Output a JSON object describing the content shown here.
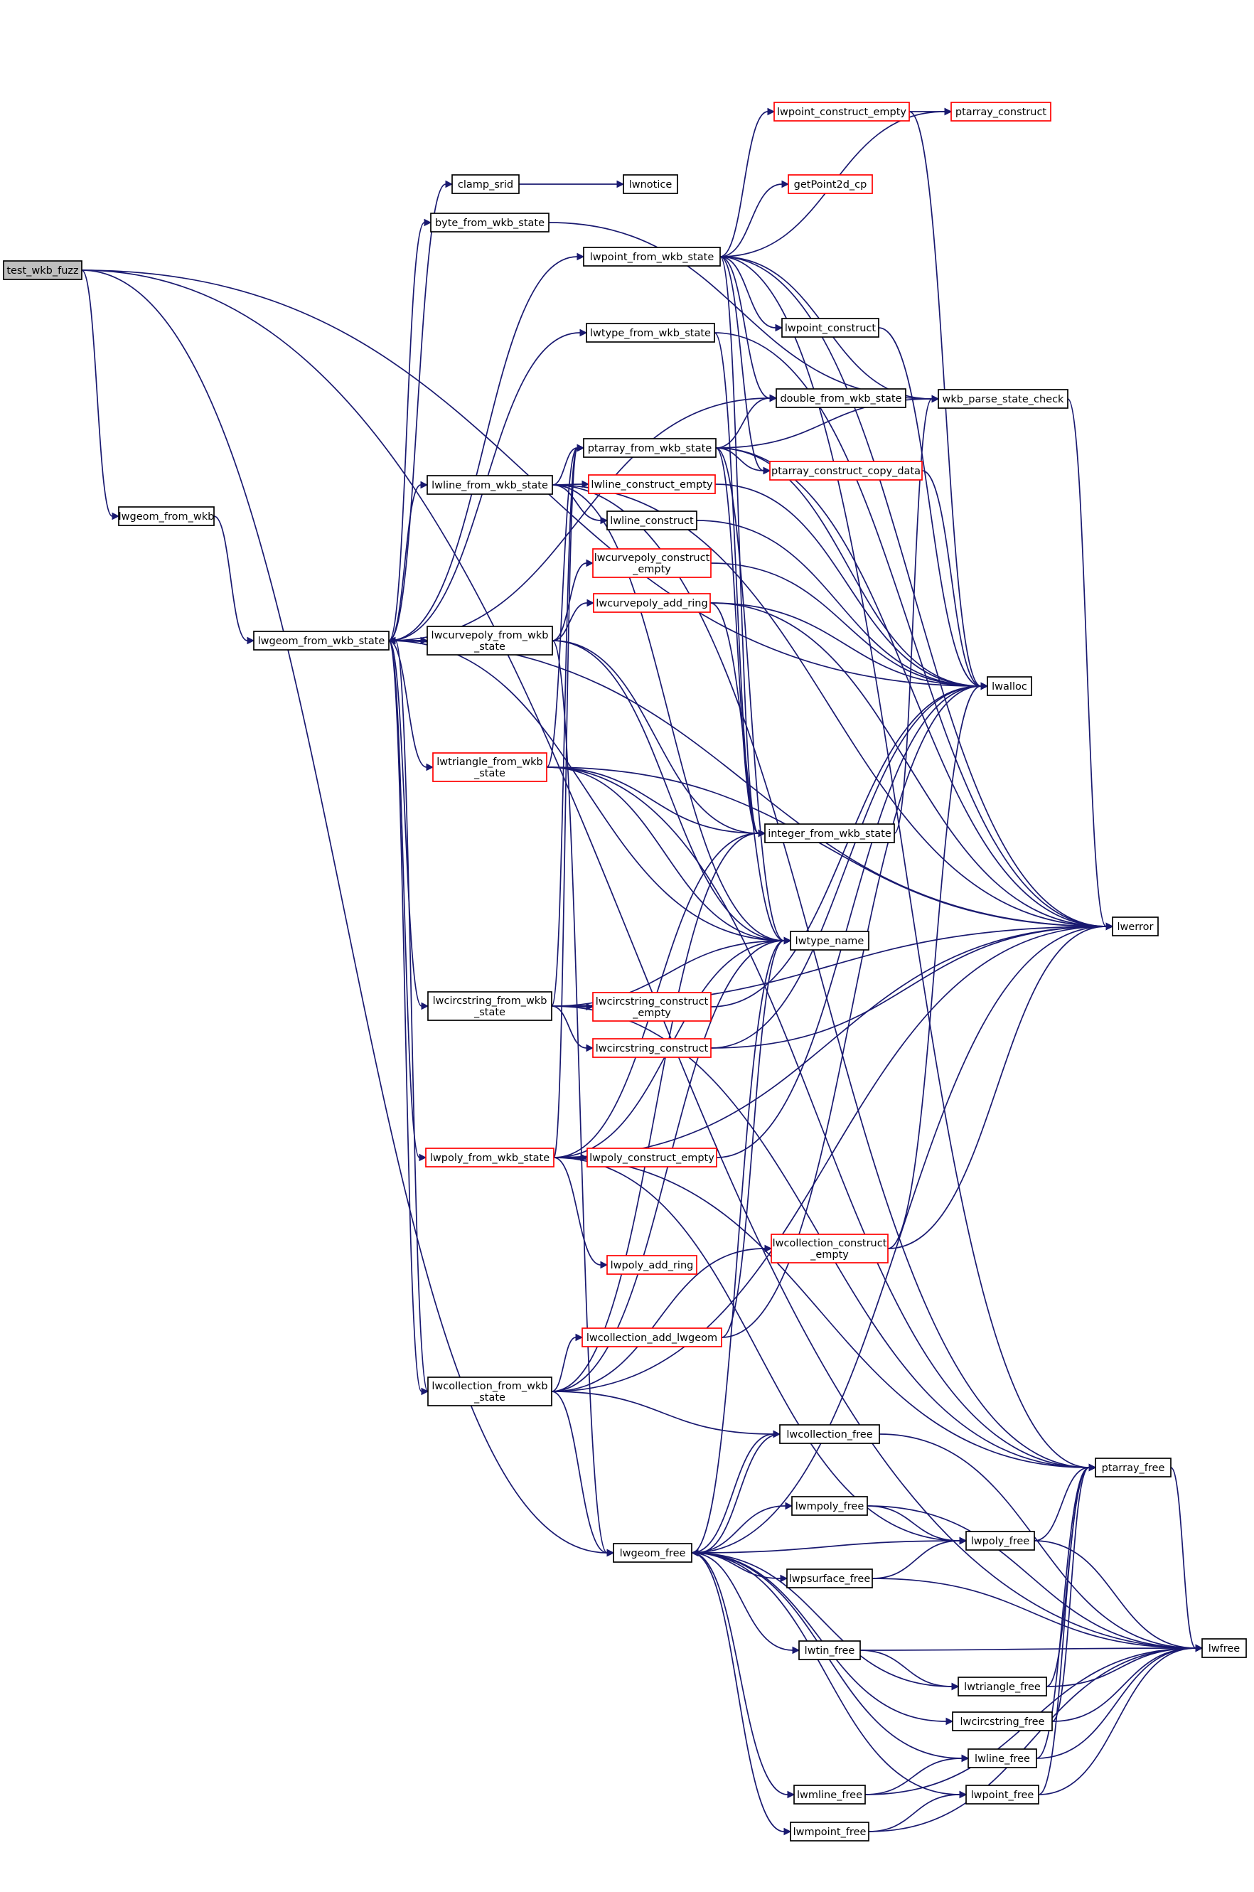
{
  "nodes": [
    {
      "id": "test_wkb_fuzz",
      "lines": [
        "test_wkb_fuzz"
      ],
      "color": "black",
      "root": true
    },
    {
      "id": "lwfree",
      "lines": [
        "lwfree"
      ],
      "color": "black"
    },
    {
      "id": "lwalloc",
      "lines": [
        "lwalloc"
      ],
      "color": "black"
    },
    {
      "id": "lwgeom_from_wkb",
      "lines": [
        "lwgeom_from_wkb"
      ],
      "color": "black"
    },
    {
      "id": "lwgeom_free",
      "lines": [
        "lwgeom_free"
      ],
      "color": "black"
    },
    {
      "id": "lwgeom_from_wkb_state",
      "lines": [
        "lwgeom_from_wkb_state"
      ],
      "color": "black"
    },
    {
      "id": "clamp_srid",
      "lines": [
        "clamp_srid"
      ],
      "color": "black"
    },
    {
      "id": "lwnotice",
      "lines": [
        "lwnotice"
      ],
      "color": "black"
    },
    {
      "id": "byte_from_wkb_state",
      "lines": [
        "byte_from_wkb_state"
      ],
      "color": "black"
    },
    {
      "id": "lwpoint_from_wkb_state",
      "lines": [
        "lwpoint_from_wkb_state"
      ],
      "color": "black"
    },
    {
      "id": "lwtype_from_wkb_state",
      "lines": [
        "lwtype_from_wkb_state"
      ],
      "color": "black"
    },
    {
      "id": "lwline_from_wkb_state",
      "lines": [
        "lwline_from_wkb_state"
      ],
      "color": "black"
    },
    {
      "id": "lwcurvepoly_from_wkb_state",
      "lines": [
        "lwcurvepoly_from_wkb",
        "_state"
      ],
      "color": "black"
    },
    {
      "id": "lwtriangle_from_wkb_state",
      "lines": [
        "lwtriangle_from_wkb",
        "_state"
      ],
      "color": "red"
    },
    {
      "id": "lwcircstring_from_wkb_state",
      "lines": [
        "lwcircstring_from_wkb",
        "_state"
      ],
      "color": "black"
    },
    {
      "id": "lwpoly_from_wkb_state",
      "lines": [
        "lwpoly_from_wkb_state"
      ],
      "color": "red"
    },
    {
      "id": "lwcollection_from_wkb_state",
      "lines": [
        "lwcollection_from_wkb",
        "_state"
      ],
      "color": "black"
    },
    {
      "id": "lwpoint_construct_empty",
      "lines": [
        "lwpoint_construct_empty"
      ],
      "color": "red"
    },
    {
      "id": "ptarray_construct",
      "lines": [
        "ptarray_construct"
      ],
      "color": "red"
    },
    {
      "id": "getPoint2d_cp",
      "lines": [
        "getPoint2d_cp"
      ],
      "color": "red"
    },
    {
      "id": "lwpoint_construct",
      "lines": [
        "lwpoint_construct"
      ],
      "color": "black"
    },
    {
      "id": "double_from_wkb_state",
      "lines": [
        "double_from_wkb_state"
      ],
      "color": "black"
    },
    {
      "id": "wkb_parse_state_check",
      "lines": [
        "wkb_parse_state_check"
      ],
      "color": "black"
    },
    {
      "id": "ptarray_from_wkb_state",
      "lines": [
        "ptarray_from_wkb_state"
      ],
      "color": "black"
    },
    {
      "id": "ptarray_construct_copy_data",
      "lines": [
        "ptarray_construct_copy_data"
      ],
      "color": "red"
    },
    {
      "id": "lwline_construct_empty",
      "lines": [
        "lwline_construct_empty"
      ],
      "color": "red"
    },
    {
      "id": "lwline_construct",
      "lines": [
        "lwline_construct"
      ],
      "color": "black"
    },
    {
      "id": "lwcurvepoly_construct_empty",
      "lines": [
        "lwcurvepoly_construct",
        "_empty"
      ],
      "color": "red"
    },
    {
      "id": "lwcurvepoly_add_ring",
      "lines": [
        "lwcurvepoly_add_ring"
      ],
      "color": "red"
    },
    {
      "id": "integer_from_wkb_state",
      "lines": [
        "integer_from_wkb_state"
      ],
      "color": "black"
    },
    {
      "id": "lwerror",
      "lines": [
        "lwerror"
      ],
      "color": "black"
    },
    {
      "id": "lwtype_name",
      "lines": [
        "lwtype_name"
      ],
      "color": "black"
    },
    {
      "id": "lwcircstring_construct_empty",
      "lines": [
        "lwcircstring_construct",
        "_empty"
      ],
      "color": "red"
    },
    {
      "id": "lwcircstring_construct",
      "lines": [
        "lwcircstring_construct"
      ],
      "color": "red"
    },
    {
      "id": "lwpoly_construct_empty",
      "lines": [
        "lwpoly_construct_empty"
      ],
      "color": "red"
    },
    {
      "id": "lwcollection_construct_empty",
      "lines": [
        "lwcollection_construct",
        "_empty"
      ],
      "color": "red"
    },
    {
      "id": "lwpoly_add_ring",
      "lines": [
        "lwpoly_add_ring"
      ],
      "color": "red"
    },
    {
      "id": "lwcollection_add_lwgeom",
      "lines": [
        "lwcollection_add_lwgeom"
      ],
      "color": "red"
    },
    {
      "id": "lwcollection_free",
      "lines": [
        "lwcollection_free"
      ],
      "color": "black"
    },
    {
      "id": "ptarray_free",
      "lines": [
        "ptarray_free"
      ],
      "color": "black"
    },
    {
      "id": "lwmpoly_free",
      "lines": [
        "lwmpoly_free"
      ],
      "color": "black"
    },
    {
      "id": "lwpoly_free",
      "lines": [
        "lwpoly_free"
      ],
      "color": "black"
    },
    {
      "id": "lwpsurface_free",
      "lines": [
        "lwpsurface_free"
      ],
      "color": "black"
    },
    {
      "id": "lwtin_free",
      "lines": [
        "lwtin_free"
      ],
      "color": "black"
    },
    {
      "id": "lwtriangle_free",
      "lines": [
        "lwtriangle_free"
      ],
      "color": "black"
    },
    {
      "id": "lwcircstring_free",
      "lines": [
        "lwcircstring_free"
      ],
      "color": "black"
    },
    {
      "id": "lwline_free",
      "lines": [
        "lwline_free"
      ],
      "color": "black"
    },
    {
      "id": "lwmline_free",
      "lines": [
        "lwmline_free"
      ],
      "color": "black"
    },
    {
      "id": "lwpoint_free",
      "lines": [
        "lwpoint_free"
      ],
      "color": "black"
    },
    {
      "id": "lwmpoint_free",
      "lines": [
        "lwmpoint_free"
      ],
      "color": "black"
    }
  ],
  "edges": [
    [
      "test_wkb_fuzz",
      "lwfree"
    ],
    [
      "test_wkb_fuzz",
      "lwalloc"
    ],
    [
      "test_wkb_fuzz",
      "lwgeom_from_wkb"
    ],
    [
      "test_wkb_fuzz",
      "lwgeom_free"
    ],
    [
      "lwgeom_from_wkb",
      "lwgeom_from_wkb_state"
    ],
    [
      "lwgeom_from_wkb_state",
      "clamp_srid"
    ],
    [
      "lwgeom_from_wkb_state",
      "byte_from_wkb_state"
    ],
    [
      "lwgeom_from_wkb_state",
      "lwpoint_from_wkb_state"
    ],
    [
      "lwgeom_from_wkb_state",
      "lwtype_from_wkb_state"
    ],
    [
      "lwgeom_from_wkb_state",
      "double_from_wkb_state"
    ],
    [
      "lwgeom_from_wkb_state",
      "lwline_from_wkb_state"
    ],
    [
      "lwgeom_from_wkb_state",
      "lwcurvepoly_from_wkb_state"
    ],
    [
      "lwgeom_from_wkb_state",
      "lwtriangle_from_wkb_state"
    ],
    [
      "lwgeom_from_wkb_state",
      "lwtype_name"
    ],
    [
      "lwgeom_from_wkb_state",
      "lwcircstring_from_wkb_state"
    ],
    [
      "lwgeom_from_wkb_state",
      "lwpoly_from_wkb_state"
    ],
    [
      "lwgeom_from_wkb_state",
      "lwcollection_from_wkb_state"
    ],
    [
      "lwgeom_from_wkb_state",
      "lwerror"
    ],
    [
      "clamp_srid",
      "lwnotice"
    ],
    [
      "byte_from_wkb_state",
      "wkb_parse_state_check"
    ],
    [
      "lwpoint_from_wkb_state",
      "lwpoint_construct_empty"
    ],
    [
      "lwpoint_from_wkb_state",
      "getPoint2d_cp"
    ],
    [
      "lwpoint_from_wkb_state",
      "lwpoint_construct"
    ],
    [
      "lwpoint_from_wkb_state",
      "double_from_wkb_state"
    ],
    [
      "lwpoint_from_wkb_state",
      "wkb_parse_state_check"
    ],
    [
      "lwpoint_from_wkb_state",
      "ptarray_construct_copy_data"
    ],
    [
      "lwpoint_from_wkb_state",
      "integer_from_wkb_state"
    ],
    [
      "lwpoint_from_wkb_state",
      "lwerror"
    ],
    [
      "lwpoint_from_wkb_state",
      "ptarray_free"
    ],
    [
      "lwpoint_from_wkb_state",
      "ptarray_construct"
    ],
    [
      "lwpoint_construct_empty",
      "ptarray_construct"
    ],
    [
      "lwpoint_construct_empty",
      "lwalloc"
    ],
    [
      "lwpoint_construct",
      "lwalloc"
    ],
    [
      "lwtype_from_wkb_state",
      "integer_from_wkb_state"
    ],
    [
      "lwtype_from_wkb_state",
      "lwerror"
    ],
    [
      "wkb_parse_state_check",
      "lwerror"
    ],
    [
      "ptarray_from_wkb_state",
      "double_from_wkb_state"
    ],
    [
      "ptarray_from_wkb_state",
      "ptarray_construct_copy_data"
    ],
    [
      "ptarray_from_wkb_state",
      "wkb_parse_state_check"
    ],
    [
      "ptarray_from_wkb_state",
      "integer_from_wkb_state"
    ],
    [
      "ptarray_from_wkb_state",
      "lwalloc"
    ],
    [
      "ptarray_from_wkb_state",
      "lwerror"
    ],
    [
      "ptarray_from_wkb_state",
      "lwtype_name"
    ],
    [
      "ptarray_construct_copy_data",
      "lwalloc"
    ],
    [
      "lwline_from_wkb_state",
      "ptarray_from_wkb_state"
    ],
    [
      "lwline_from_wkb_state",
      "lwline_construct_empty"
    ],
    [
      "lwline_from_wkb_state",
      "lwline_construct"
    ],
    [
      "lwline_from_wkb_state",
      "lwerror"
    ],
    [
      "lwline_from_wkb_state",
      "ptarray_free"
    ],
    [
      "lwline_from_wkb_state",
      "lwtype_name"
    ],
    [
      "lwline_construct_empty",
      "lwalloc"
    ],
    [
      "lwline_construct",
      "lwalloc"
    ],
    [
      "lwcurvepoly_from_wkb_state",
      "lwgeom_from_wkb_state"
    ],
    [
      "lwcurvepoly_from_wkb_state",
      "lwcurvepoly_construct_empty"
    ],
    [
      "lwcurvepoly_from_wkb_state",
      "lwcurvepoly_add_ring"
    ],
    [
      "lwcurvepoly_from_wkb_state",
      "integer_from_wkb_state"
    ],
    [
      "lwcurvepoly_from_wkb_state",
      "lwtype_name"
    ],
    [
      "lwcurvepoly_from_wkb_state",
      "lwgeom_free"
    ],
    [
      "lwcurvepoly_construct_empty",
      "lwalloc"
    ],
    [
      "lwcurvepoly_add_ring",
      "lwalloc"
    ],
    [
      "lwcurvepoly_add_ring",
      "lwerror"
    ],
    [
      "lwcurvepoly_add_ring",
      "lwtype_name"
    ],
    [
      "lwtriangle_from_wkb_state",
      "ptarray_from_wkb_state"
    ],
    [
      "lwtriangle_from_wkb_state",
      "integer_from_wkb_state"
    ],
    [
      "lwtriangle_from_wkb_state",
      "lwerror"
    ],
    [
      "lwtriangle_from_wkb_state",
      "lwtype_name"
    ],
    [
      "lwtriangle_from_wkb_state",
      "ptarray_free"
    ],
    [
      "integer_from_wkb_state",
      "wkb_parse_state_check"
    ],
    [
      "lwcircstring_from_wkb_state",
      "ptarray_from_wkb_state"
    ],
    [
      "lwcircstring_from_wkb_state",
      "lwcircstring_construct_empty"
    ],
    [
      "lwcircstring_from_wkb_state",
      "lwcircstring_construct"
    ],
    [
      "lwcircstring_from_wkb_state",
      "lwtype_name"
    ],
    [
      "lwcircstring_from_wkb_state",
      "lwerror"
    ],
    [
      "lwcircstring_from_wkb_state",
      "ptarray_free"
    ],
    [
      "lwcircstring_construct_empty",
      "lwalloc"
    ],
    [
      "lwcircstring_construct",
      "lwalloc"
    ],
    [
      "lwcircstring_construct",
      "lwerror"
    ],
    [
      "lwpoly_from_wkb_state",
      "ptarray_from_wkb_state"
    ],
    [
      "lwpoly_from_wkb_state",
      "lwpoly_construct_empty"
    ],
    [
      "lwpoly_from_wkb_state",
      "lwpoly_add_ring"
    ],
    [
      "lwpoly_from_wkb_state",
      "integer_from_wkb_state"
    ],
    [
      "lwpoly_from_wkb_state",
      "lwerror"
    ],
    [
      "lwpoly_from_wkb_state",
      "lwtype_name"
    ],
    [
      "lwpoly_from_wkb_state",
      "ptarray_free"
    ],
    [
      "lwpoly_from_wkb_state",
      "lwpoly_free"
    ],
    [
      "lwpoly_construct_empty",
      "lwalloc"
    ],
    [
      "lwcollection_from_wkb_state",
      "lwgeom_from_wkb_state"
    ],
    [
      "lwcollection_from_wkb_state",
      "lwcollection_construct_empty"
    ],
    [
      "lwcollection_from_wkb_state",
      "lwcollection_add_lwgeom"
    ],
    [
      "lwcollection_from_wkb_state",
      "integer_from_wkb_state"
    ],
    [
      "lwcollection_from_wkb_state",
      "lwerror"
    ],
    [
      "lwcollection_from_wkb_state",
      "lwgeom_free"
    ],
    [
      "lwcollection_from_wkb_state",
      "lwcollection_free"
    ],
    [
      "lwcollection_from_wkb_state",
      "lwtype_name"
    ],
    [
      "lwcollection_construct_empty",
      "lwalloc"
    ],
    [
      "lwcollection_construct_empty",
      "lwerror"
    ],
    [
      "lwcollection_add_lwgeom",
      "lwalloc"
    ],
    [
      "lwcollection_add_lwgeom",
      "lwtype_name"
    ],
    [
      "lwgeom_free",
      "lwcollection_free"
    ],
    [
      "lwgeom_free",
      "lwmpoly_free"
    ],
    [
      "lwgeom_free",
      "lwpoly_free"
    ],
    [
      "lwgeom_free",
      "lwpsurface_free"
    ],
    [
      "lwgeom_free",
      "lwtin_free"
    ],
    [
      "lwgeom_free",
      "lwtriangle_free"
    ],
    [
      "lwgeom_free",
      "lwcircstring_free"
    ],
    [
      "lwgeom_free",
      "lwline_free"
    ],
    [
      "lwgeom_free",
      "lwmline_free"
    ],
    [
      "lwgeom_free",
      "lwpoint_free"
    ],
    [
      "lwgeom_free",
      "lwmpoint_free"
    ],
    [
      "lwgeom_free",
      "lwerror"
    ],
    [
      "lwgeom_free",
      "lwtype_name"
    ],
    [
      "lwcollection_free",
      "lwgeom_free"
    ],
    [
      "lwcollection_free",
      "lwfree"
    ],
    [
      "lwmpoly_free",
      "lwpoly_free"
    ],
    [
      "lwmpoly_free",
      "lwfree"
    ],
    [
      "lwpoly_free",
      "ptarray_free"
    ],
    [
      "lwpoly_free",
      "lwfree"
    ],
    [
      "lwpsurface_free",
      "lwpoly_free"
    ],
    [
      "lwpsurface_free",
      "lwfree"
    ],
    [
      "lwtin_free",
      "lwtriangle_free"
    ],
    [
      "lwtin_free",
      "lwfree"
    ],
    [
      "lwtriangle_free",
      "ptarray_free"
    ],
    [
      "lwtriangle_free",
      "lwfree"
    ],
    [
      "lwcircstring_free",
      "ptarray_free"
    ],
    [
      "lwcircstring_free",
      "lwfree"
    ],
    [
      "lwline_free",
      "ptarray_free"
    ],
    [
      "lwline_free",
      "lwfree"
    ],
    [
      "lwmline_free",
      "lwline_free"
    ],
    [
      "lwmline_free",
      "lwfree"
    ],
    [
      "lwpoint_free",
      "ptarray_free"
    ],
    [
      "lwpoint_free",
      "lwfree"
    ],
    [
      "lwmpoint_free",
      "lwpoint_free"
    ],
    [
      "lwmpoint_free",
      "lwfree"
    ],
    [
      "ptarray_free",
      "lwfree"
    ]
  ]
}
